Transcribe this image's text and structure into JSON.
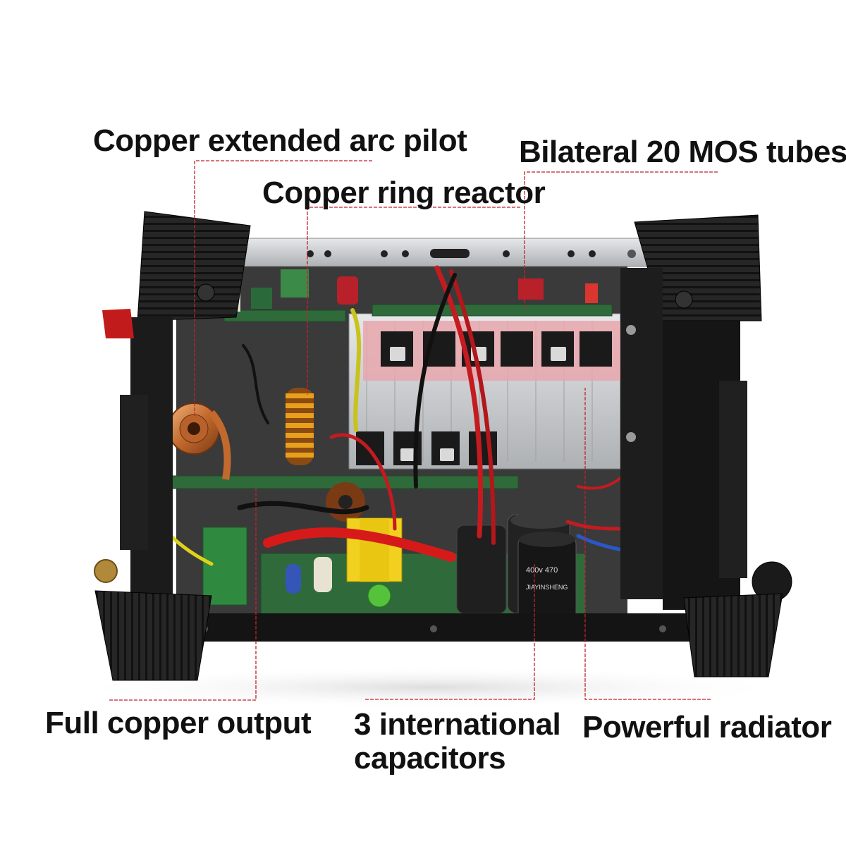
{
  "callouts": {
    "arc_pilot": "Copper extended arc pilot",
    "ring_reactor": "Copper ring reactor",
    "mos_tubes": "Bilateral 20 MOS tubes",
    "copper_output": "Full copper output",
    "capacitors_line1": "3 international",
    "capacitors_line2": "capacitors",
    "radiator": "Powerful radiator"
  },
  "capacitor_markings": {
    "rating": "400v 470",
    "brand": "JIAYINSHENG"
  },
  "colors": {
    "leader_line": "#c0222a",
    "case": "#1b1b1b",
    "pcb": "#2f6b3a",
    "heatsink": "#c9cbcd",
    "copper": "#c7743d"
  }
}
